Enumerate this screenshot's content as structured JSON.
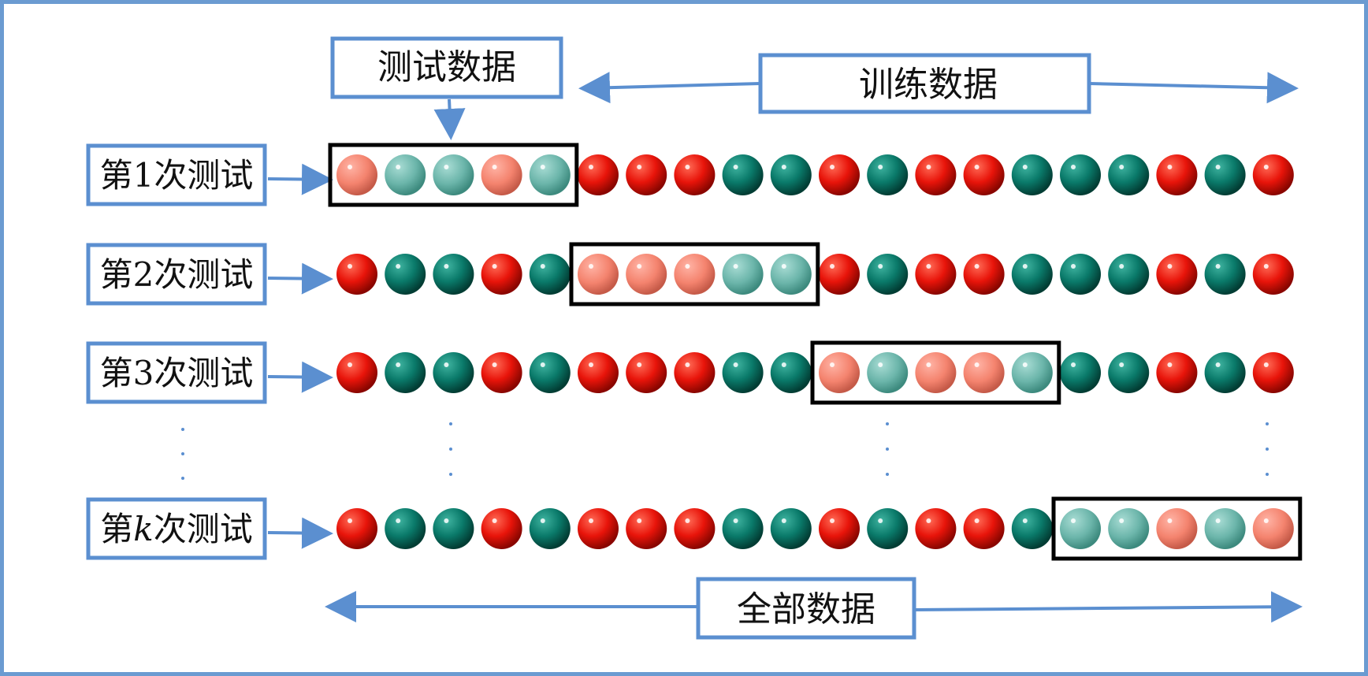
{
  "labels": {
    "test_data": "测试数据",
    "train_data": "训练数据",
    "all_data": "全部数据"
  },
  "rows": [
    {
      "label_prefix": "第",
      "label_num": "1",
      "label_suffix": "次测试",
      "pattern": "RTTRTRRRTTRTRRTTTRTR",
      "test_start": 0,
      "test_len": 5
    },
    {
      "label_prefix": "第",
      "label_num": "2",
      "label_suffix": "次测试",
      "pattern": "RTTRTRRRTTRTRRTTTRTR",
      "test_start": 5,
      "test_len": 5
    },
    {
      "label_prefix": "第",
      "label_num": "3",
      "label_suffix": "次测试",
      "pattern": "RTTRTRRRTTRTRRTTTRTR",
      "test_start": 10,
      "test_len": 5
    },
    {
      "label_prefix": "第",
      "label_num": "k",
      "label_suffix": "次测试",
      "pattern": "RTTRTRRRTTRTRRTTTRTR",
      "test_start": 15,
      "test_len": 5
    }
  ],
  "colors": {
    "frame": "#6b9bd1",
    "box_border": "#5b8fd0",
    "arrow": "#5b8fd0",
    "red_ball": "#e8140a",
    "teal_ball": "#0a7a6a",
    "red_ball_faded": "#f4836e",
    "teal_ball_faded": "#6bb5aa",
    "test_window": "#000000"
  }
}
